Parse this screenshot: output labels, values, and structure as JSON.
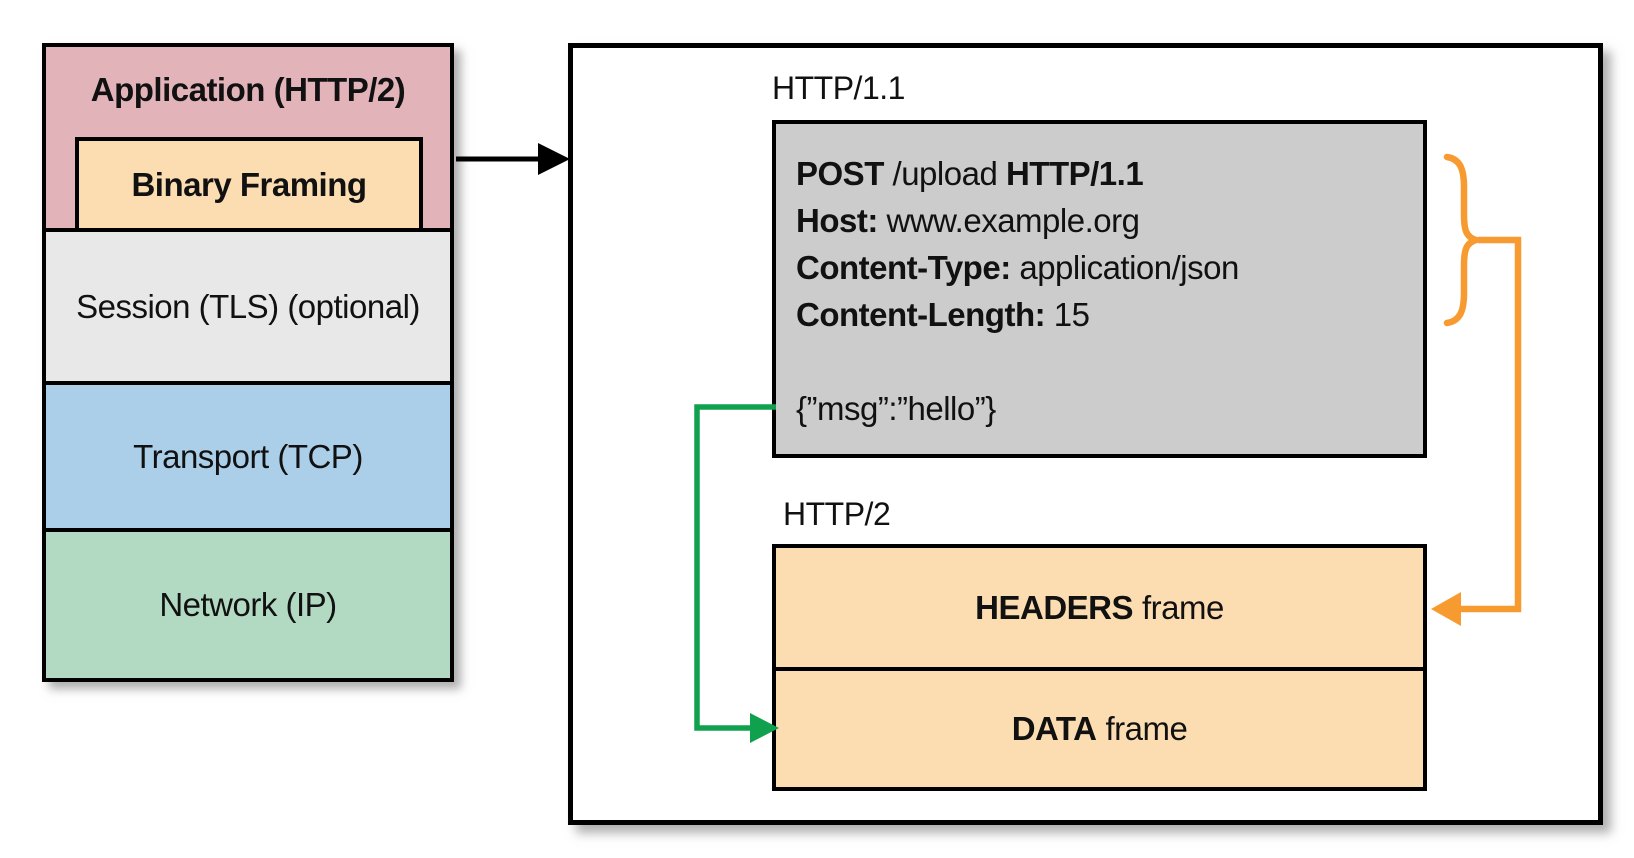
{
  "stack": {
    "application_label": "Application (HTTP/2)",
    "binary_framing_label": "Binary Framing",
    "session_label": "Session (TLS) (optional)",
    "transport_label": "Transport (TCP)",
    "network_label": "Network (IP)"
  },
  "panel": {
    "http11_label": "HTTP/1.1",
    "http2_label": "HTTP/2",
    "request": {
      "method": "POST",
      "path": " /upload ",
      "version": "HTTP/1.1",
      "headers": [
        {
          "name": "Host:",
          "value": " www.example.org"
        },
        {
          "name": "Content-Type:",
          "value": " application/json"
        },
        {
          "name": "Content-Length:",
          "value": " 15"
        }
      ],
      "body": "{”msg”:”hello”}"
    },
    "frames": [
      {
        "name": "HEADERS",
        "suffix": "frame"
      },
      {
        "name": "DATA",
        "suffix": "frame"
      }
    ]
  },
  "colors": {
    "application_fill": "#e3b3ba",
    "binary_framing_fill": "#fcddb2",
    "session_fill": "#e8e8e8",
    "transport_fill": "#accfe9",
    "network_fill": "#b2dac3",
    "request_fill": "#cccccc",
    "frame_fill": "#fcddb2",
    "headers_arrow_color": "#f79b30",
    "body_arrow_color": "#10a14f",
    "border_color": "#000000"
  }
}
